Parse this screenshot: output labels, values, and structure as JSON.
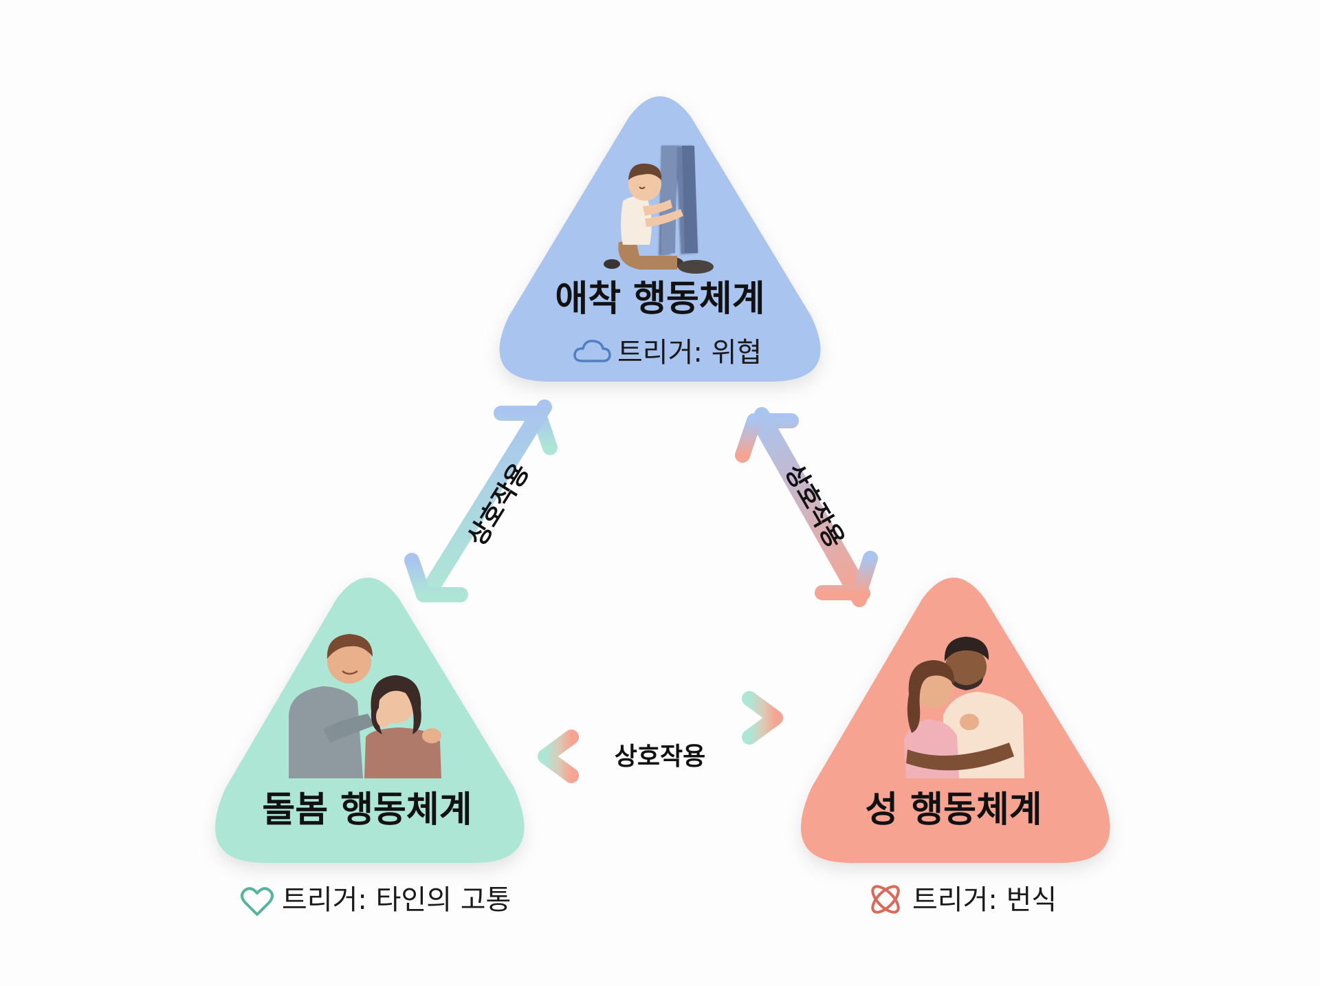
{
  "nodes": {
    "attachment": {
      "title": "애착 행동체계",
      "trigger": "트리거: 위협",
      "icon": "cloud-icon",
      "color": "#a9c4ef",
      "icon_color": "#4f7fc4"
    },
    "caregiving": {
      "title": "돌봄 행동체계",
      "trigger": "트리거: 타인의 고통",
      "icon": "heart-icon",
      "color": "#aee6d6",
      "icon_color": "#56b39d"
    },
    "sexual": {
      "title": "성 행동체계",
      "trigger": "트리거: 번식",
      "icon": "interlocked-rings-icon",
      "color": "#f6a491",
      "icon_color": "#d96a5a"
    }
  },
  "edges": [
    {
      "from": "attachment",
      "to": "caregiving",
      "label": "상호작용"
    },
    {
      "from": "attachment",
      "to": "sexual",
      "label": "상호작용"
    },
    {
      "from": "caregiving",
      "to": "sexual",
      "label": "상호작용"
    }
  ]
}
